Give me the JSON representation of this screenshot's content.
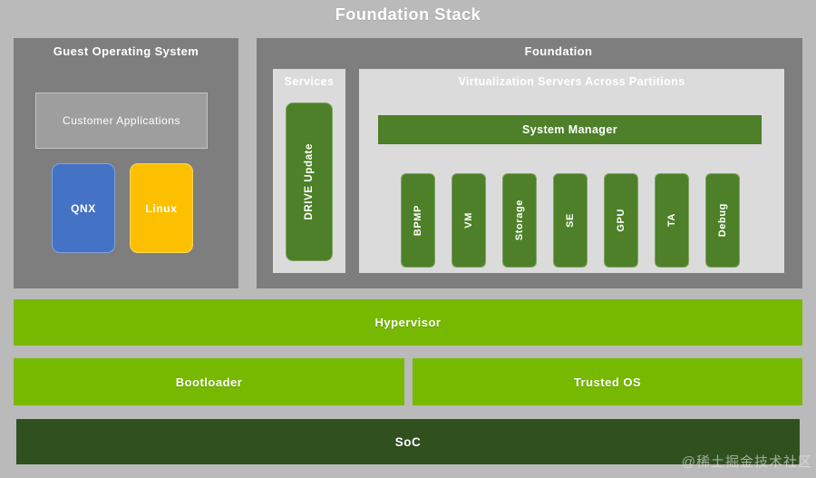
{
  "title": "Foundation Stack",
  "guest_os": {
    "title": "Guest Operating System",
    "customer_apps": "Customer Applications",
    "os_boxes": [
      {
        "label": "QNX"
      },
      {
        "label": "Linux"
      }
    ]
  },
  "foundation": {
    "title": "Foundation",
    "services": {
      "title": "Services",
      "box": "DRIVE Update"
    },
    "virtualization": {
      "title": "Virtualization Servers Across Partitions",
      "system_manager": "System Manager",
      "partitions": [
        "BPMP",
        "VM",
        "Storage",
        "SE",
        "GPU",
        "TA",
        "Debug"
      ]
    }
  },
  "layers": {
    "hypervisor": "Hypervisor",
    "bootloader": "Bootloader",
    "trusted_os": "Trusted OS",
    "soc": "SoC"
  },
  "watermark": "@稀土掘金技术社区",
  "colors": {
    "background": "#bababa",
    "panel_gray": "#7e7e7e",
    "subpanel_gray": "#dbdbdb",
    "customer_apps_gray": "#9e9e9e",
    "green_medium": "#4d8028",
    "green_bright": "#77b900",
    "green_dark": "#30511e",
    "qnx_blue": "#4472c4",
    "linux_yellow": "#fdc001",
    "text_white": "#ffffff"
  }
}
